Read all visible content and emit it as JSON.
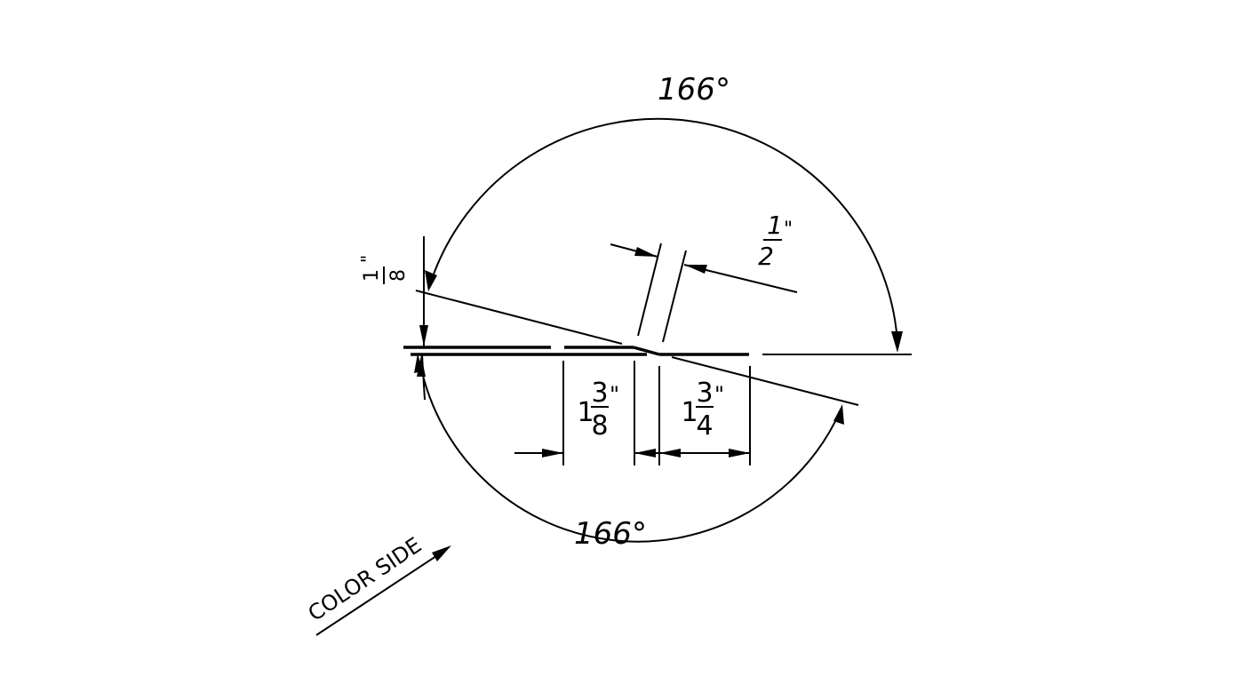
{
  "diagram": {
    "type": "sheet-metal-flashing-profile",
    "line_color": "#000000",
    "background": "#ffffff",
    "angles": {
      "top": "166°",
      "bottom": "166°"
    },
    "dimensions": {
      "hem_thickness": {
        "whole": "",
        "num": "1",
        "den": "8",
        "unit": "\""
      },
      "offset_width": {
        "whole": "",
        "num": "1",
        "den": "2",
        "unit": "\""
      },
      "left_segment": {
        "whole": "1",
        "num": "3",
        "den": "8",
        "unit": "\""
      },
      "right_segment": {
        "whole": "1",
        "num": "3",
        "den": "4",
        "unit": "\""
      }
    },
    "note": "COLOR SIDE"
  }
}
